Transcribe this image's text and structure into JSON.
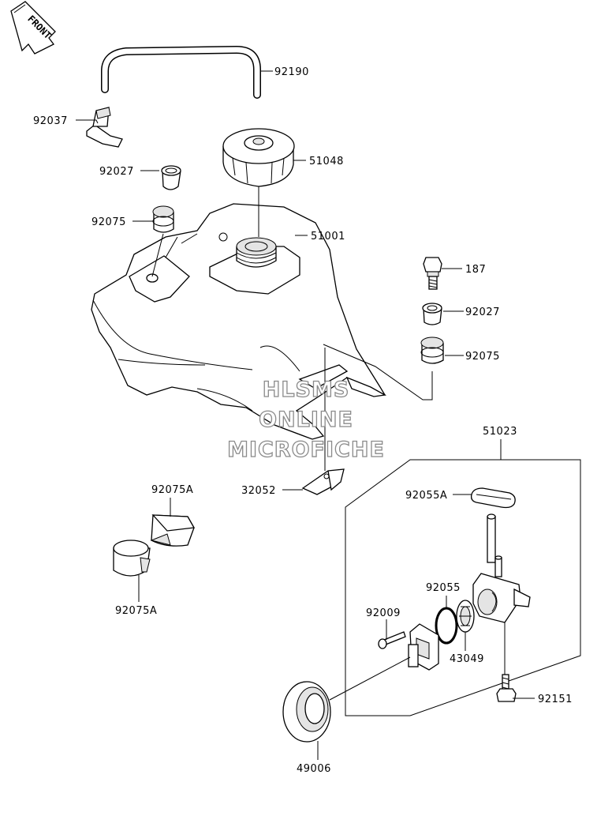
{
  "badge": "FRONT",
  "watermark": [
    "HLSMS",
    "ONLINE",
    "MICROFICHE"
  ],
  "part_labels": {
    "p92190": "92190",
    "p92037": "92037",
    "p92027_top": "92027",
    "p51048": "51048",
    "p92075_top": "92075",
    "p51001": "51001",
    "p187": "187",
    "p92027_right": "92027",
    "p92075_right": "92075",
    "p51023": "51023",
    "p32052": "32052",
    "p92075A_top": "92075A",
    "p92075A_bottom": "92075A",
    "p92055A": "92055A",
    "p92055": "92055",
    "p92009": "92009",
    "p43049": "43049",
    "p92151": "92151",
    "p49006": "49006"
  }
}
